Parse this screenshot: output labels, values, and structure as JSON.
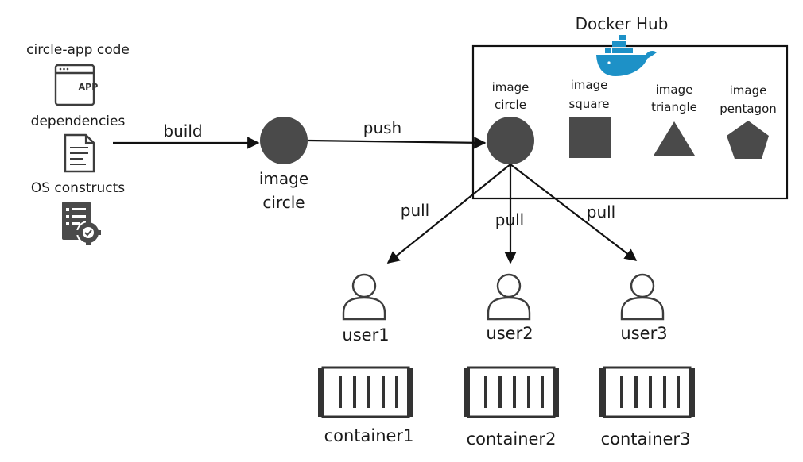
{
  "left": {
    "app_code_label": "circle-app code",
    "app_badge": "APP",
    "dependencies_label": "dependencies",
    "os_label": "OS constructs"
  },
  "arrows": {
    "build": "build",
    "push": "push",
    "pull1": "pull",
    "pull2": "pull",
    "pull3": "pull"
  },
  "built_image": {
    "line1": "image",
    "line2": "circle"
  },
  "hub": {
    "title": "Docker Hub",
    "images": [
      {
        "line1": "image",
        "line2": "circle"
      },
      {
        "line1": "image",
        "line2": "square"
      },
      {
        "line1": "image",
        "line2": "triangle"
      },
      {
        "line1": "image",
        "line2": "pentagon"
      }
    ]
  },
  "users": [
    "user1",
    "user2",
    "user3"
  ],
  "containers": [
    "container1",
    "container2",
    "container3"
  ]
}
